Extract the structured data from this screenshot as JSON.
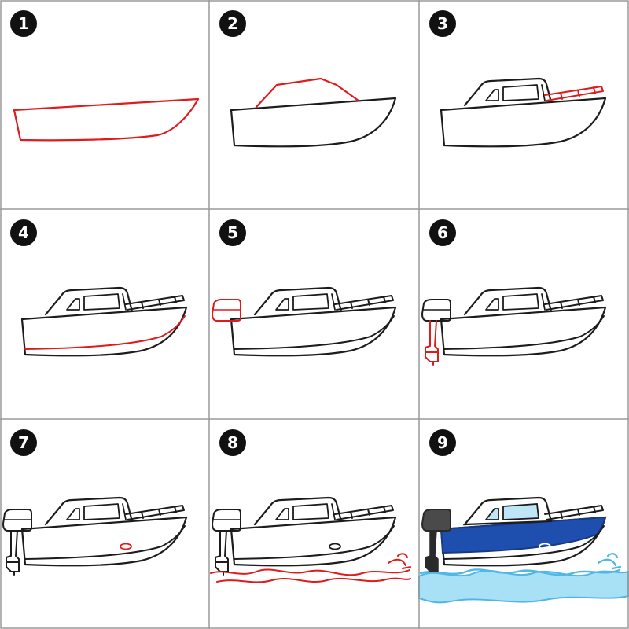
{
  "colors": {
    "ink": "#1c1c1c",
    "new_step": "#e01b1b",
    "grid": "#9a9a9a",
    "badge": "#111111",
    "badge_text": "#ffffff",
    "hull_blue": "#1f4fae",
    "hull_blue_dark": "#173a86",
    "hull_white": "#ffffff",
    "window_blue": "#bfe6f7",
    "motor_gray": "#4a4a4a",
    "motor_dark": "#2a2a2a",
    "water": "#4fb7e6",
    "water_light": "#a8e0f5"
  },
  "steps": [
    {
      "number": "1",
      "new_parts": [
        "hull-outline"
      ]
    },
    {
      "number": "2",
      "new_parts": [
        "cabin-roof"
      ]
    },
    {
      "number": "3",
      "new_parts": [
        "railing"
      ]
    },
    {
      "number": "4",
      "new_parts": [
        "hull-stripe"
      ]
    },
    {
      "number": "5",
      "new_parts": [
        "motor-head"
      ]
    },
    {
      "number": "6",
      "new_parts": [
        "motor-shaft"
      ]
    },
    {
      "number": "7",
      "new_parts": [
        "porthole"
      ]
    },
    {
      "number": "8",
      "new_parts": [
        "water"
      ]
    },
    {
      "number": "9",
      "new_parts": [
        "color"
      ]
    }
  ]
}
